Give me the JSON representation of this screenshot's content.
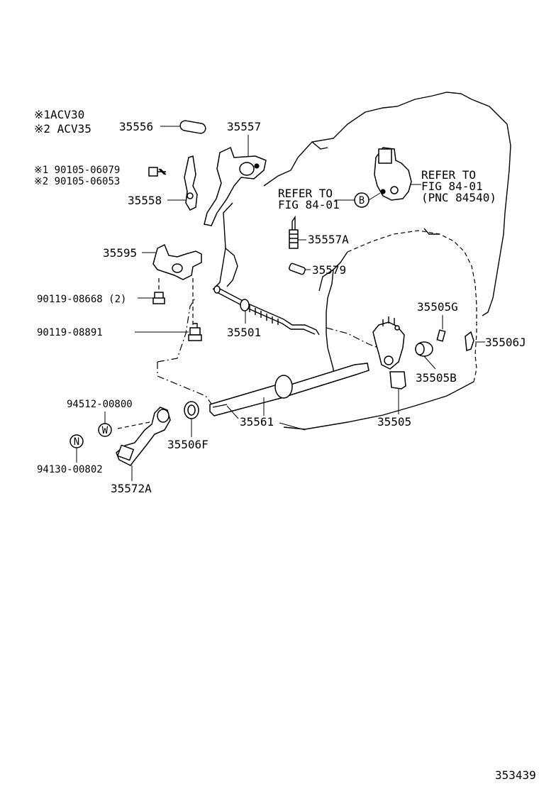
{
  "notes": {
    "note1": "※1ACV30",
    "note2": "※2 ACV35"
  },
  "labels": {
    "p35556": "35556",
    "p35557": "35557",
    "p90105_1": "※1 90105-06079",
    "p90105_2": "※2 90105-06053",
    "p35558": "35558",
    "p35595": "35595",
    "p90119_08668": "90119-08668 (2)",
    "p90119_08891": "90119-08891",
    "p35501": "35501",
    "p35557A": "35557A",
    "p35579": "35579",
    "refer_left_1": "REFER TO",
    "refer_left_2": "FIG 84-01",
    "refer_right_1": "REFER TO",
    "refer_right_2": "FIG 84-01",
    "refer_right_3": "(PNC 84540)",
    "p35505G": "35505G",
    "p35506J": "35506J",
    "p35505B": "35505B",
    "p35505": "35505",
    "p35561": "35561",
    "p35506F": "35506F",
    "p94512": "94512-00800",
    "p94130": "94130-00802",
    "p35572A": "35572A",
    "figure_code": "353439"
  },
  "symbols": {
    "B": "B",
    "W": "W",
    "N": "N"
  }
}
